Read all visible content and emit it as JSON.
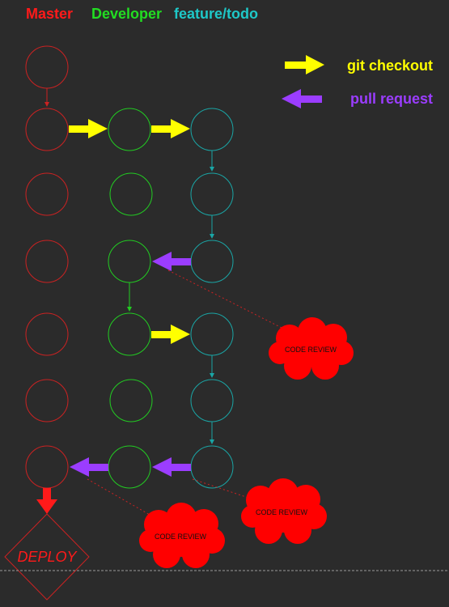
{
  "branches": [
    {
      "name": "Master",
      "color": "#ff1a1a"
    },
    {
      "name": "Developer",
      "color": "#22dd22"
    },
    {
      "name": "feature/todo",
      "color": "#1ec8c8"
    }
  ],
  "legend": [
    {
      "label": "git checkout",
      "color": "#ffff00",
      "meaning": "git-checkout"
    },
    {
      "label": "pull request",
      "color": "#9b3dff",
      "meaning": "pull-request"
    }
  ],
  "clouds": [
    {
      "label": "CODE REVIEW"
    },
    {
      "label": "CODE REVIEW"
    },
    {
      "label": "CODE REVIEW"
    }
  ],
  "deploy": {
    "label": "DEPLOY",
    "color": "#ff1a1a"
  },
  "colors": {
    "background": "#2b2b2b",
    "master": "#cc2222",
    "developer": "#22cc22",
    "feature": "#1aa6a6",
    "checkout": "#ffff00",
    "pull_request": "#9b3dff",
    "review_cloud": "#ff0000",
    "separator": "#999999"
  }
}
